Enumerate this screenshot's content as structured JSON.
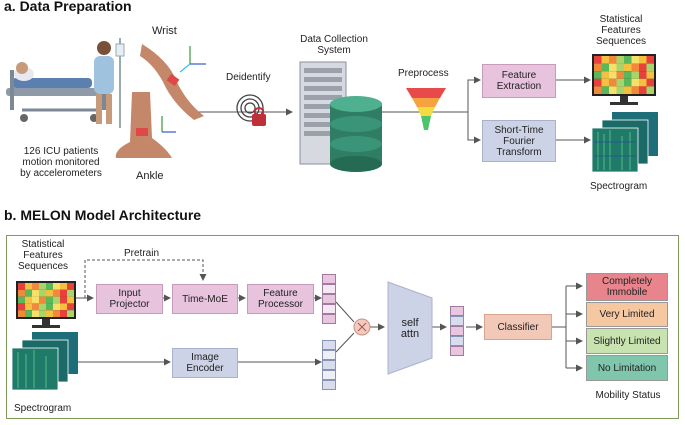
{
  "section_a": {
    "title": "a. Data Preparation",
    "wrist_label": "Wrist",
    "ankle_label": "Ankle",
    "patients_caption": [
      "126 ICU patients",
      "motion monitored",
      "by accelerometers"
    ],
    "deidentify_label": "Deidentify",
    "data_collection_label": [
      "Data Collection",
      "System"
    ],
    "preprocess_label": "Preprocess",
    "feature_extraction_box": [
      "Feature",
      "Extraction"
    ],
    "stft_box": [
      "Short-Time",
      "Fourier",
      "Transform"
    ],
    "statistical_title": [
      "Statistical",
      "Features",
      "Sequences"
    ],
    "spectrogram_label": "Spectrogram"
  },
  "section_b": {
    "title": "b. MELON Model Architecture",
    "statistical_title": [
      "Statistical",
      "Features",
      "Sequences"
    ],
    "pretrain_label": "Pretrain",
    "input_projector": [
      "Input",
      "Projector"
    ],
    "time_moe": "Time-MoE",
    "feature_processor": [
      "Feature",
      "Processor"
    ],
    "image_encoder": [
      "Image",
      "Encoder"
    ],
    "self_attn": [
      "self",
      "attn"
    ],
    "classifier": "Classifier",
    "spectrogram_label": "Spectrogram",
    "mobility_status_label": "Mobility Status",
    "statuses": [
      {
        "label": [
          "Completely",
          "Immobile"
        ],
        "color": "#e8848c"
      },
      {
        "label": [
          "Very Limited"
        ],
        "color": "#f6c8a2"
      },
      {
        "label": [
          "Slightly Limited"
        ],
        "color": "#c8e3b0"
      },
      {
        "label": [
          "No Limitation"
        ],
        "color": "#7fc6ad"
      }
    ]
  },
  "colors": {
    "panel_border": "#7e9d5a",
    "arrow": "#555555",
    "pink_box": "#e8c3de",
    "blue_box": "#cdd3e6",
    "salmon_box": "#f2c9b9"
  },
  "icons": [
    "hospital-bed-icon",
    "patient-icon",
    "wrist-sensor-icon",
    "ankle-sensor-icon",
    "fingerprint-lock-icon",
    "server-rack-icon",
    "database-icon",
    "funnel-icon",
    "heatmap-monitor-icon",
    "spectrogram-icon",
    "multiply-icon"
  ]
}
